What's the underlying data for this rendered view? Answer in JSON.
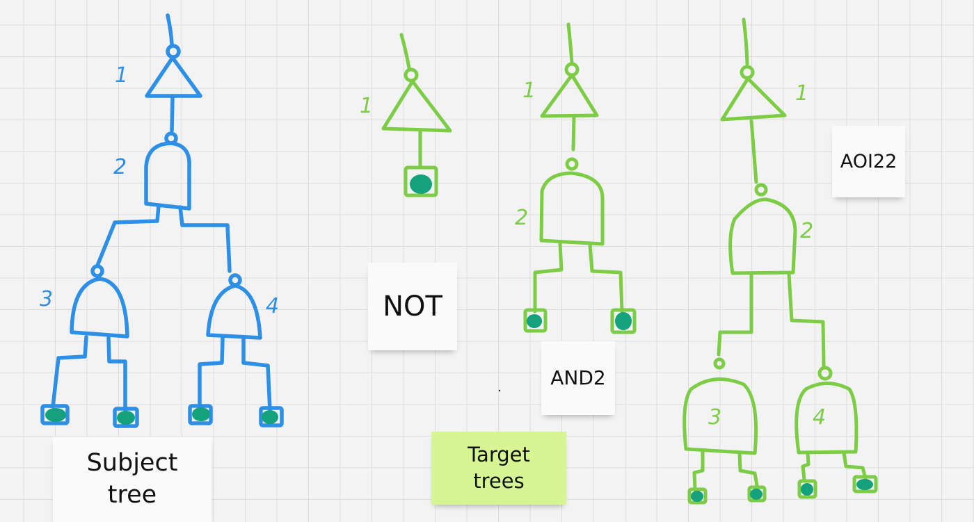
{
  "subject_tree": {
    "label_line1": "Subject",
    "label_line2": "tree",
    "node_labels": [
      "1",
      "2",
      "3",
      "4"
    ]
  },
  "targets": {
    "label_line1": "Target",
    "label_line2": "trees",
    "not": {
      "label": "NOT",
      "node_labels": [
        "1"
      ]
    },
    "and2": {
      "label": "AND2",
      "node_labels": [
        "1",
        "2"
      ]
    },
    "aoi22": {
      "label": "AOI22",
      "node_labels": [
        "1",
        "2",
        "3",
        "4"
      ]
    }
  },
  "colors": {
    "subject_stroke": "#2d8fe6",
    "target_stroke": "#7ccd45",
    "leaf_fill": "#14a27c",
    "green_note": "#d5f692",
    "white_note": "#fafafa"
  }
}
